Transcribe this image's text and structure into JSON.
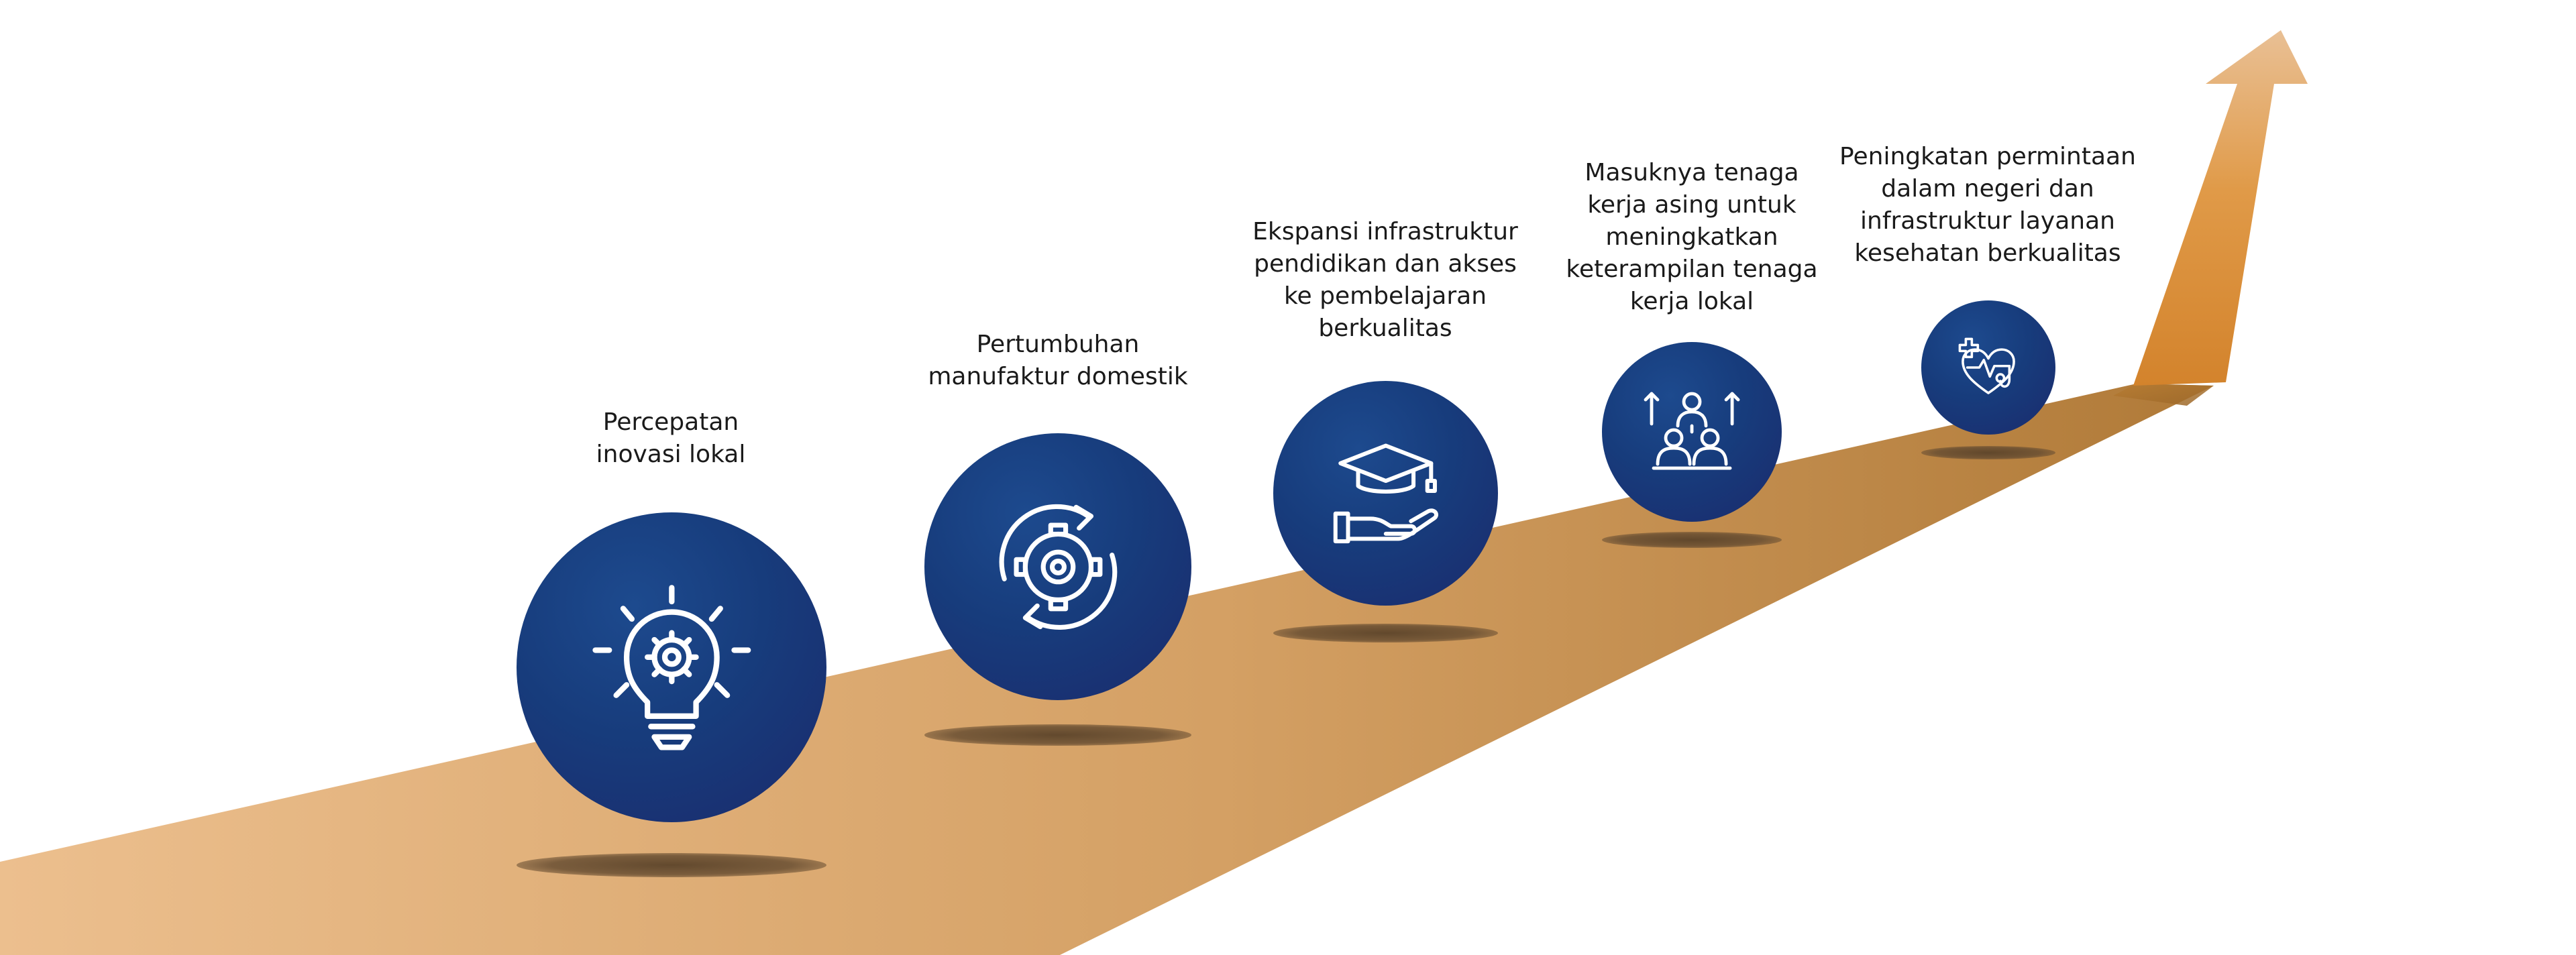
{
  "diagram": {
    "colors": {
      "road_light": "#ecbf8e",
      "road_dark": "#b88a4a",
      "arrow_light": "#e7b987",
      "arrow_dark": "#d68a32",
      "circle": "#173c7c",
      "label_text": "#1a1a1a"
    },
    "steps": [
      {
        "label": "Percepatan\ninovasi lokal",
        "icon": "lightbulb-gear-icon"
      },
      {
        "label": "Pertumbuhan\nmanufaktur domestik",
        "icon": "gear-cycle-icon"
      },
      {
        "label": "Ekspansi infrastruktur\npendidikan dan akses\nke pembelajaran\nberkualitas",
        "icon": "graduation-cap-hand-icon"
      },
      {
        "label": "Masuknya tenaga\nkerja asing untuk\nmeningkatkan\nketerampilan tenaga\nkerja lokal",
        "icon": "workforce-growth-icon"
      },
      {
        "label": "Peningkatan permintaan\ndalam negeri dan\ninfrastruktur layanan\nkesehatan berkualitas",
        "icon": "health-heart-icon"
      }
    ]
  }
}
